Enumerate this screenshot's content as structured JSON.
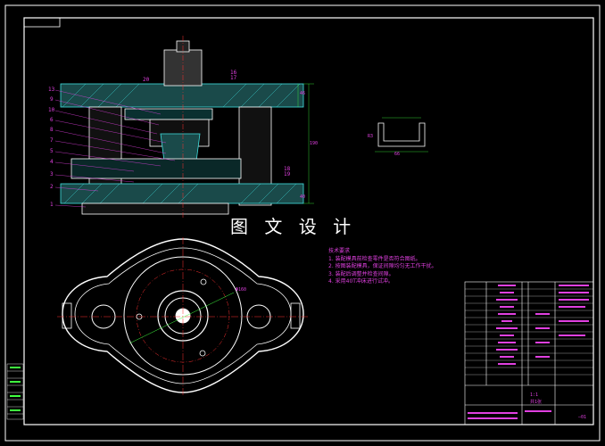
{
  "watermark": "图 文 设 计",
  "tech_requirements": {
    "title": "技术要求",
    "items": [
      "1. 装配模具前检查零件是否符合图纸。",
      "2. 按图装配模具，保证间隙均匀无工作干扰。",
      "3. 装配后调整并检查间隙。",
      "4. 采用40T冲床进行试冲。"
    ]
  },
  "part_numbers": [
    "13",
    "9",
    "10",
    "6",
    "8",
    "7",
    "5",
    "4",
    "3",
    "2",
    "1",
    "16",
    "17",
    "18",
    "19",
    "20"
  ],
  "dimensions": {
    "diameter": "Φ160",
    "height": "190",
    "top_plate": "46",
    "bottom_plate": "40",
    "part_width": "R3",
    "part_height": "66"
  },
  "title_block": {
    "scale": "1:1",
    "sheet": "共1张",
    "drawing_no": "—01"
  },
  "colors": {
    "outline": "#ffffff",
    "accent": "#e040e0",
    "center": "#ff3030",
    "hatch": "#40e0e0",
    "dim": "#40ff40"
  }
}
